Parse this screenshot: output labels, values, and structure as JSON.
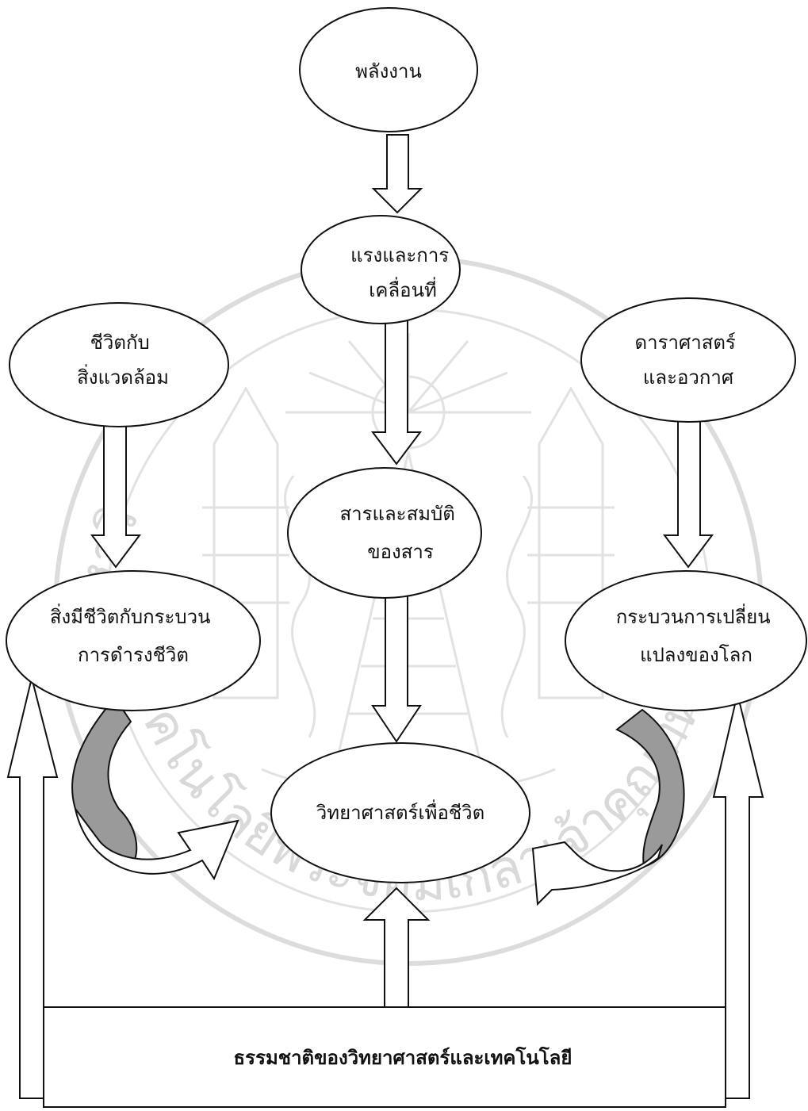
{
  "nodes": {
    "energy": [
      "พลังงาน"
    ],
    "force_motion": [
      "แรงและการ",
      "เคลื่อนที่"
    ],
    "life_environment": [
      "ชีวิตกับ",
      "สิ่งแวดล้อม"
    ],
    "astronomy_space": [
      "ดาราศาสตร์",
      "และอวกาศ"
    ],
    "matter_properties": [
      "สารและสมบัติ",
      "ของสาร"
    ],
    "living_processes": [
      "สิ่งมีชีวิตกับกระบวน",
      "การดำรงชีวิต"
    ],
    "earth_change": [
      "กระบวนการเปลี่ยน",
      "แปลงของโลก"
    ],
    "science_for_life": [
      "วิทยาศาสตร์เพื่อชีวิต"
    ]
  },
  "base": {
    "nature_of_science_technology": "ธรรมชาติของวิทยาศาสตร์และเทคโนโลยี"
  },
  "watermark": {
    "arc_text": "คโนโลยีพระจอมเกล้าเจ้าคุณทหาร",
    "left_text": "มหาวิ"
  },
  "colors": {
    "line": "#111111",
    "shaded_arrow": "#9a9a9a",
    "watermark": "#dcdcdc"
  }
}
